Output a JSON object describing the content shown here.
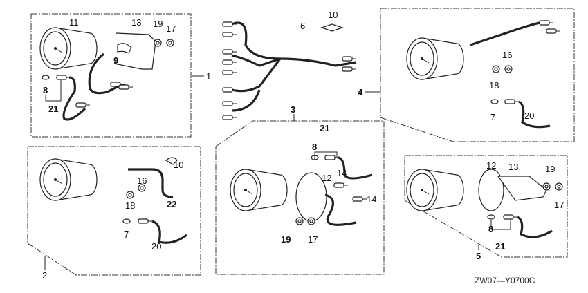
{
  "diagram": {
    "catalog_code": "ZW07—Y0700C",
    "groups": [
      {
        "ref": "1",
        "labels": [
          "11",
          "13",
          "19",
          "17",
          "9",
          "8",
          "21"
        ]
      },
      {
        "ref": "2",
        "labels": [
          "10",
          "16",
          "18",
          "22",
          "7",
          "20"
        ]
      },
      {
        "ref": "3",
        "labels": [
          "21",
          "8",
          "14",
          "12",
          "14",
          "19",
          "17"
        ]
      },
      {
        "ref": "4",
        "labels": [
          "16",
          "18",
          "7",
          "20"
        ]
      },
      {
        "ref": "5",
        "labels": [
          "12",
          "13",
          "19",
          "17",
          "8",
          "21"
        ]
      }
    ],
    "harness": {
      "labels": [
        "6",
        "10"
      ]
    }
  }
}
